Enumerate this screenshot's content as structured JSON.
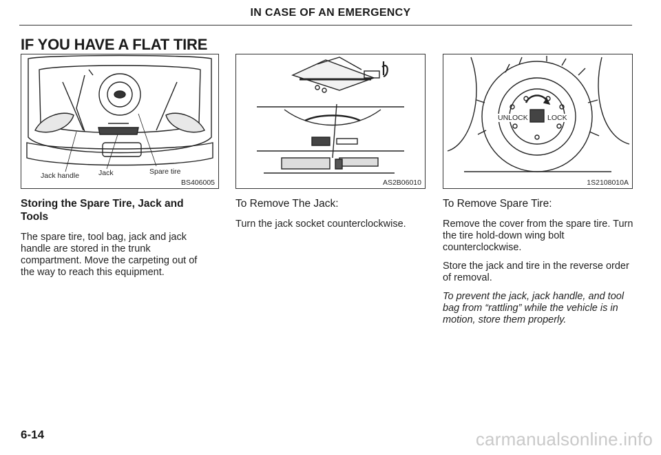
{
  "header": {
    "title": "IN CASE OF AN EMERGENCY"
  },
  "section": {
    "title": "IF YOU HAVE A FLAT TIRE"
  },
  "figures": [
    {
      "code": "BS406005",
      "labels": {
        "jack_handle": "Jack handle",
        "jack": "Jack",
        "spare_tire": "Spare tire"
      }
    },
    {
      "code": "AS2B06010"
    },
    {
      "code": "1S2108010A",
      "labels": {
        "unlock": "UNLOCK",
        "lock": "LOCK"
      }
    }
  ],
  "columns": [
    {
      "heading": "Storing the Spare Tire, Jack and Tools",
      "paragraphs": [
        "The spare tire, tool bag, jack and jack handle are stored in the trunk compartment. Move the carpeting out of the way to reach this equipment."
      ]
    },
    {
      "heading": "To Remove The Jack:",
      "paragraphs": [
        "Turn the jack socket counterclockwise."
      ]
    },
    {
      "heading": "To Remove Spare Tire:",
      "paragraphs": [
        "Remove the cover from the spare tire. Turn the tire hold-down wing bolt counterclockwise.",
        "Store the jack and tire in the reverse order of removal."
      ],
      "italic_note": "To prevent the jack, jack handle, and tool bag from “rattling” while the vehicle is in motion, store them properly."
    }
  ],
  "footer": {
    "page_number": "6-14",
    "watermark": "carmanualsonline.info"
  }
}
